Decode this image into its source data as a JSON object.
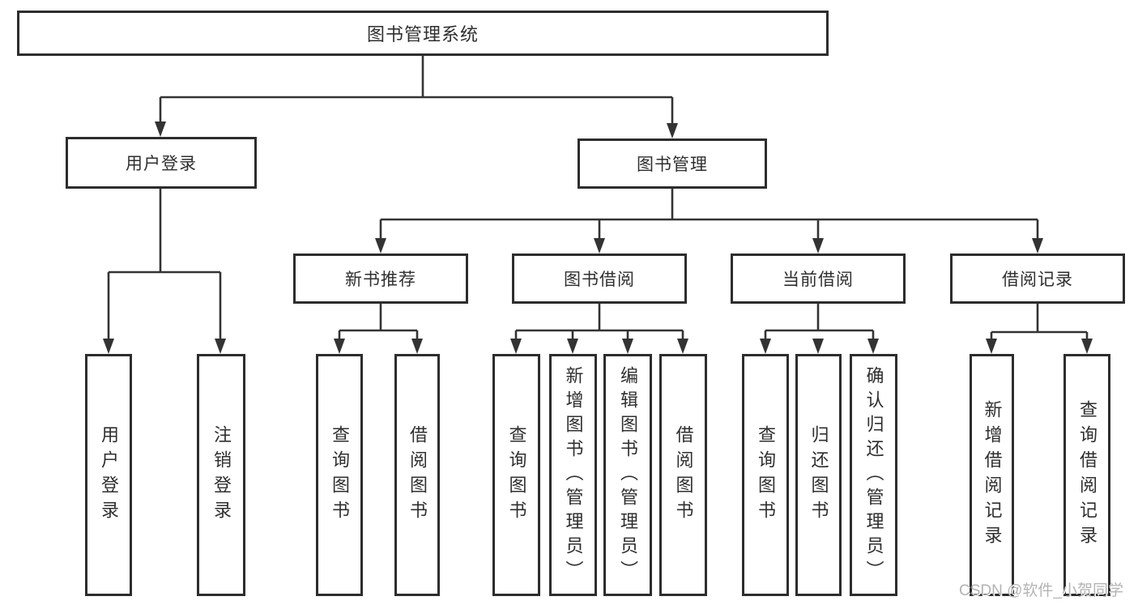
{
  "watermark": "CSDN @软件_小贺同学",
  "colors": {
    "line": "#333333",
    "box_border": "#2d2d2d",
    "text": "#2f2f2f",
    "watermark": "#b3b3b3",
    "background": "#ffffff"
  },
  "tree": {
    "label": "图书管理系统",
    "children": [
      {
        "label": "用户登录",
        "children": [
          {
            "label": "用户登录"
          },
          {
            "label": "注销登录"
          }
        ]
      },
      {
        "label": "图书管理",
        "children": [
          {
            "label": "新书推荐",
            "children": [
              {
                "label": "查询图书"
              },
              {
                "label": "借阅图书"
              }
            ]
          },
          {
            "label": "图书借阅",
            "children": [
              {
                "label": "查询图书"
              },
              {
                "label": "新增图书（管理员）"
              },
              {
                "label": "编辑图书（管理员）"
              },
              {
                "label": "借阅图书"
              }
            ]
          },
          {
            "label": "当前借阅",
            "children": [
              {
                "label": "查询图书"
              },
              {
                "label": "归还图书"
              },
              {
                "label": "确认归还（管理员）"
              }
            ]
          },
          {
            "label": "借阅记录",
            "children": [
              {
                "label": "新增借阅记录"
              },
              {
                "label": "查询借阅记录"
              }
            ]
          }
        ]
      }
    ]
  }
}
